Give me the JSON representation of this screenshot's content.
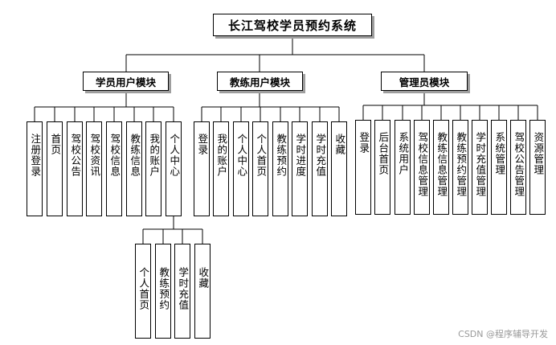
{
  "title": "长江驾校学员预约系统",
  "modules": [
    {
      "label": "学员用户模块",
      "children": [
        "注册登录",
        "首页",
        "驾校公告",
        "驾校资讯",
        "驾校信息",
        "教练信息",
        "我的账户",
        "个人中心"
      ],
      "sub": {
        "parent": "个人中心",
        "children": [
          "个人首页",
          "教练预约",
          "学时充值",
          "收藏"
        ]
      }
    },
    {
      "label": "教练用户模块",
      "children": [
        "登录",
        "我的账户",
        "个人中心",
        "个人首页",
        "教练预约",
        "学时进度",
        "学时充值",
        "收藏"
      ]
    },
    {
      "label": "管理员模块",
      "children": [
        "登录",
        "后台首页",
        "系统用户",
        "驾校信息管理",
        "教练信息管理",
        "教练预约管理",
        "学时充值管理",
        "系统管理",
        "驾校公告管理",
        "资源管理"
      ]
    }
  ],
  "watermark": "CSDN @程序辅导开发"
}
